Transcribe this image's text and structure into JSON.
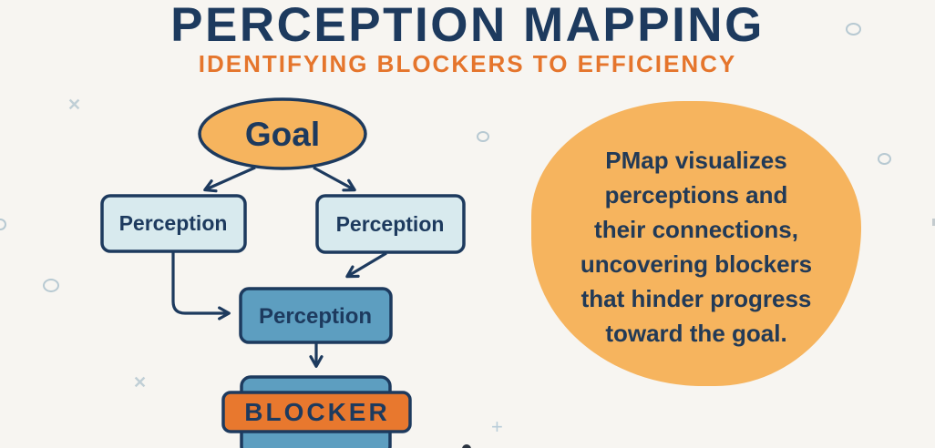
{
  "header": {
    "title": "PERCEPTION MAPPING",
    "subtitle": "IDENTIFYING BLOCKERS TO EFFICIENCY"
  },
  "flowchart": {
    "goal": "Goal",
    "perception_left": "Perception",
    "perception_right": "Perception",
    "perception_merged": "Perception",
    "blocker": "BLOCKER"
  },
  "callout": {
    "lines": [
      "PMap visualizes",
      "perceptions and",
      "their connections,",
      "uncovering blockers",
      "that hinder progress",
      "toward the goal."
    ]
  },
  "decor": {
    "cross": "✕",
    "plus": "+"
  },
  "colors": {
    "background": "#f7f5f1",
    "navy": "#1d3a5e",
    "orange_subtitle": "#e5752c",
    "orange_blocker": "#e8782e",
    "amber": "#f6b45e",
    "light_blue": "#d8eaee",
    "mid_blue": "#5d9ec0",
    "white": "#ffffff",
    "decor_gray": "#c6d3da"
  }
}
